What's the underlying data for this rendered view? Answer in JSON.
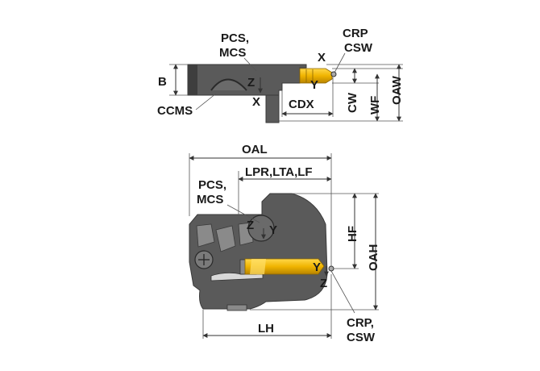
{
  "top_view": {
    "labels": {
      "pcs_mcs": [
        "PCS,",
        "MCS"
      ],
      "crp_csw": [
        "CRP",
        "CSW"
      ],
      "b": "B",
      "ccms": "CCMS",
      "cdx": "CDX",
      "cw": "CW",
      "wf": "WF",
      "oaw": "OAW"
    },
    "axes": {
      "z": "Z",
      "x_upper": "X",
      "y": "Y",
      "x_lower": "X"
    }
  },
  "bottom_view": {
    "labels": {
      "oal": "OAL",
      "lpr": "LPR,LTA,LF",
      "pcs_mcs": [
        "PCS,",
        "MCS"
      ],
      "hf": "HF",
      "oah": "OAH",
      "lh": "LH",
      "crp_csw": [
        "CRP,",
        "CSW"
      ]
    },
    "axes": {
      "z_upper": "Z",
      "y_upper": "Y",
      "y_lower": "Y",
      "z_lower": "Z"
    }
  },
  "colors": {
    "tool_body": "#5a5a5a",
    "insert": "#f0b400",
    "dimension_lines": "#333333"
  }
}
